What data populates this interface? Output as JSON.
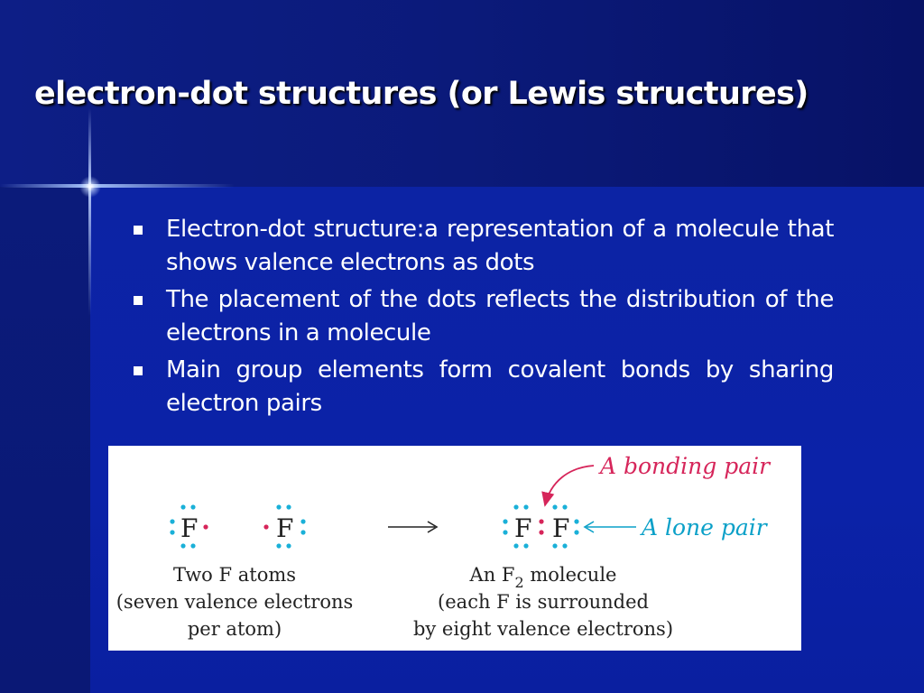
{
  "slide": {
    "title": "electron-dot structures (or Lewis structures)",
    "bullets": [
      "Electron-dot structure:a representation of a molecule that shows valence electrons as dots",
      "The placement of the dots reflects the distribution of the electrons in a molecule",
      "Main group elements form covalent bonds by sharing electron pairs"
    ]
  },
  "figure": {
    "atom_symbol": "F",
    "bonding_pair_label": "A bonding pair",
    "lone_pair_label": "A lone pair",
    "left_caption": [
      "Two F atoms",
      "(seven valence electrons",
      "per atom)"
    ],
    "right_caption_line1_prefix": "An F",
    "right_caption_subscript": "2",
    "right_caption_line1_suffix": " molecule",
    "right_caption": [
      "(each F is surrounded",
      "by eight valence electrons)"
    ],
    "colors": {
      "label_pink": "#d6255a",
      "label_cyan": "#0aa0c8",
      "dot_cyan": "#1ab0d8",
      "dot_pink": "#d6255a"
    }
  }
}
